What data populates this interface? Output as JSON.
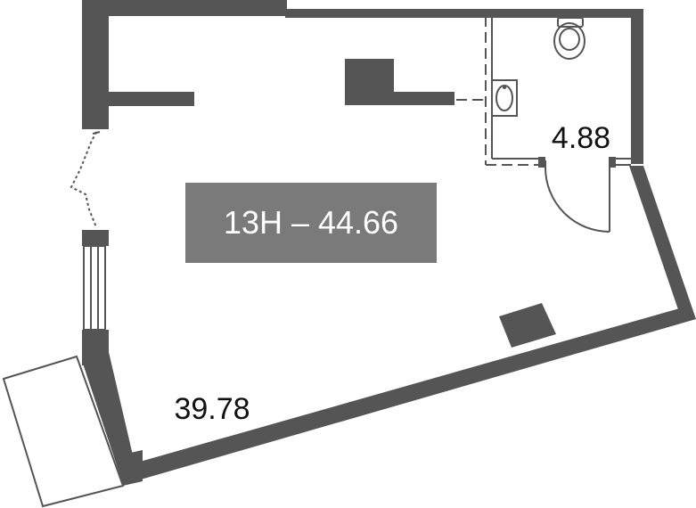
{
  "plan": {
    "unit_label": "13Н – 44.66",
    "room_main_area": "39.78",
    "room_bath_area": "4.88",
    "colors": {
      "wall": "#555555",
      "label_bg": "#7a7a7a",
      "label_text": "#ffffff",
      "background": "#ffffff"
    },
    "icons": [
      "toilet-icon",
      "sink-icon",
      "door-swing-icon",
      "window-icon",
      "balcony-icon"
    ]
  }
}
